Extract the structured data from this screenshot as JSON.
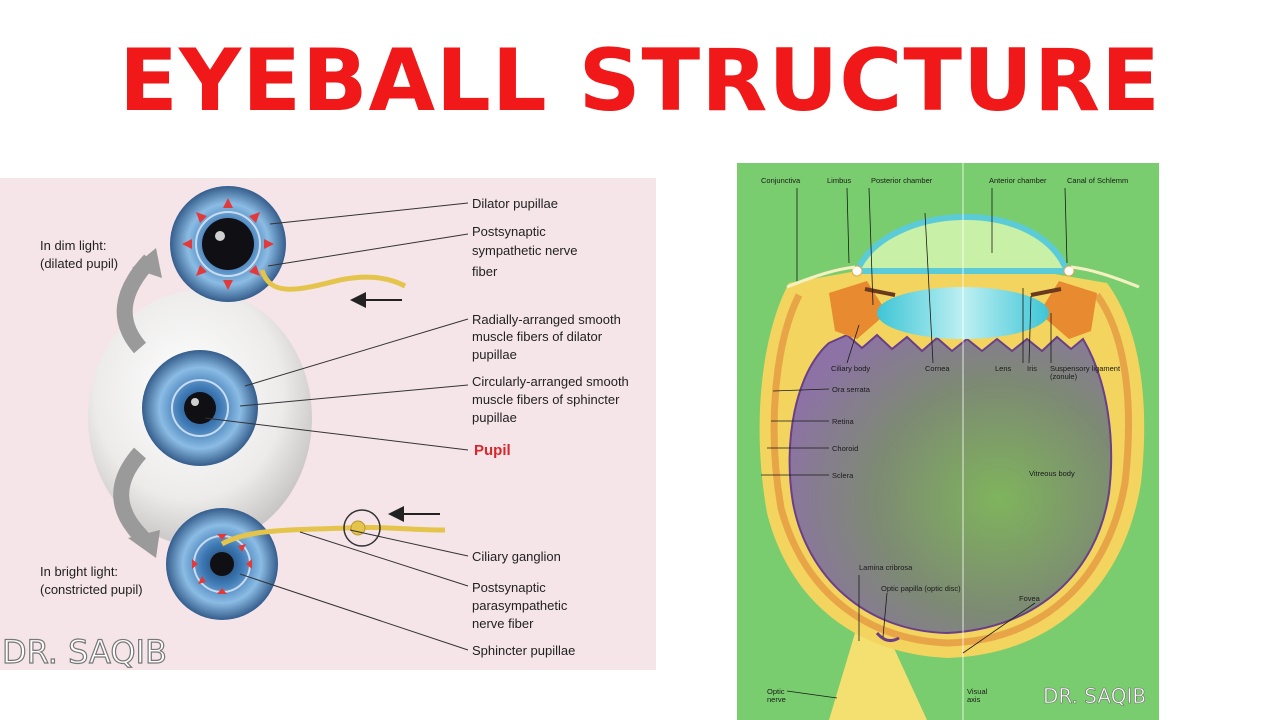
{
  "title": "EYEBALL STRUCTURE",
  "colors": {
    "title": "#f01818",
    "left_bg": "#f5e4e8",
    "right_bg": "#79cd6e",
    "pupil_label": "#d9262a"
  },
  "left_panel": {
    "dim_light": {
      "line1": "In dim light:",
      "line2": "(dilated pupil)"
    },
    "bright_light": {
      "line1": "In bright light:",
      "line2": "(constricted pupil)"
    },
    "labels": {
      "dilator": "Dilator pupillae",
      "symp": [
        "Postsynaptic",
        "sympathetic nerve",
        "fiber"
      ],
      "radial": [
        "Radially-arranged smooth",
        "muscle fibers of dilator",
        "pupillae"
      ],
      "circular": [
        "Circularly-arranged smooth",
        "muscle fibers of sphincter",
        "pupillae"
      ],
      "pupil": "Pupil",
      "ciliary_ganglion": "Ciliary ganglion",
      "parasymp": [
        "Postsynaptic",
        "parasympathetic",
        "nerve fiber"
      ],
      "sphincter": "Sphincter pupillae"
    },
    "watermark": "DR. SAQIB"
  },
  "right_panel": {
    "labels": {
      "conjunctiva": "Conjunctiva",
      "limbus": "Limbus",
      "posterior_chamber": "Posterior chamber",
      "anterior_chamber": "Anterior chamber",
      "canal_schlemm": "Canal of Schlemm",
      "ciliary_body": "Ciliary body",
      "cornea": "Cornea",
      "lens": "Lens",
      "iris": "Iris",
      "suspensory": [
        "Suspensory ligament",
        "(zonule)"
      ],
      "ora_serrata": "Ora serrata",
      "retina": "Retina",
      "choroid": "Choroid",
      "sclera": "Sclera",
      "vitreous": "Vitreous body",
      "lamina": "Lamina cribrosa",
      "optic_papilla": "Optic papilla (optic disc)",
      "fovea": "Fovea",
      "optic_nerve": [
        "Optic",
        "nerve"
      ],
      "visual_axis": [
        "Visual",
        "axis"
      ]
    },
    "watermark": "DR. SAQIB"
  }
}
